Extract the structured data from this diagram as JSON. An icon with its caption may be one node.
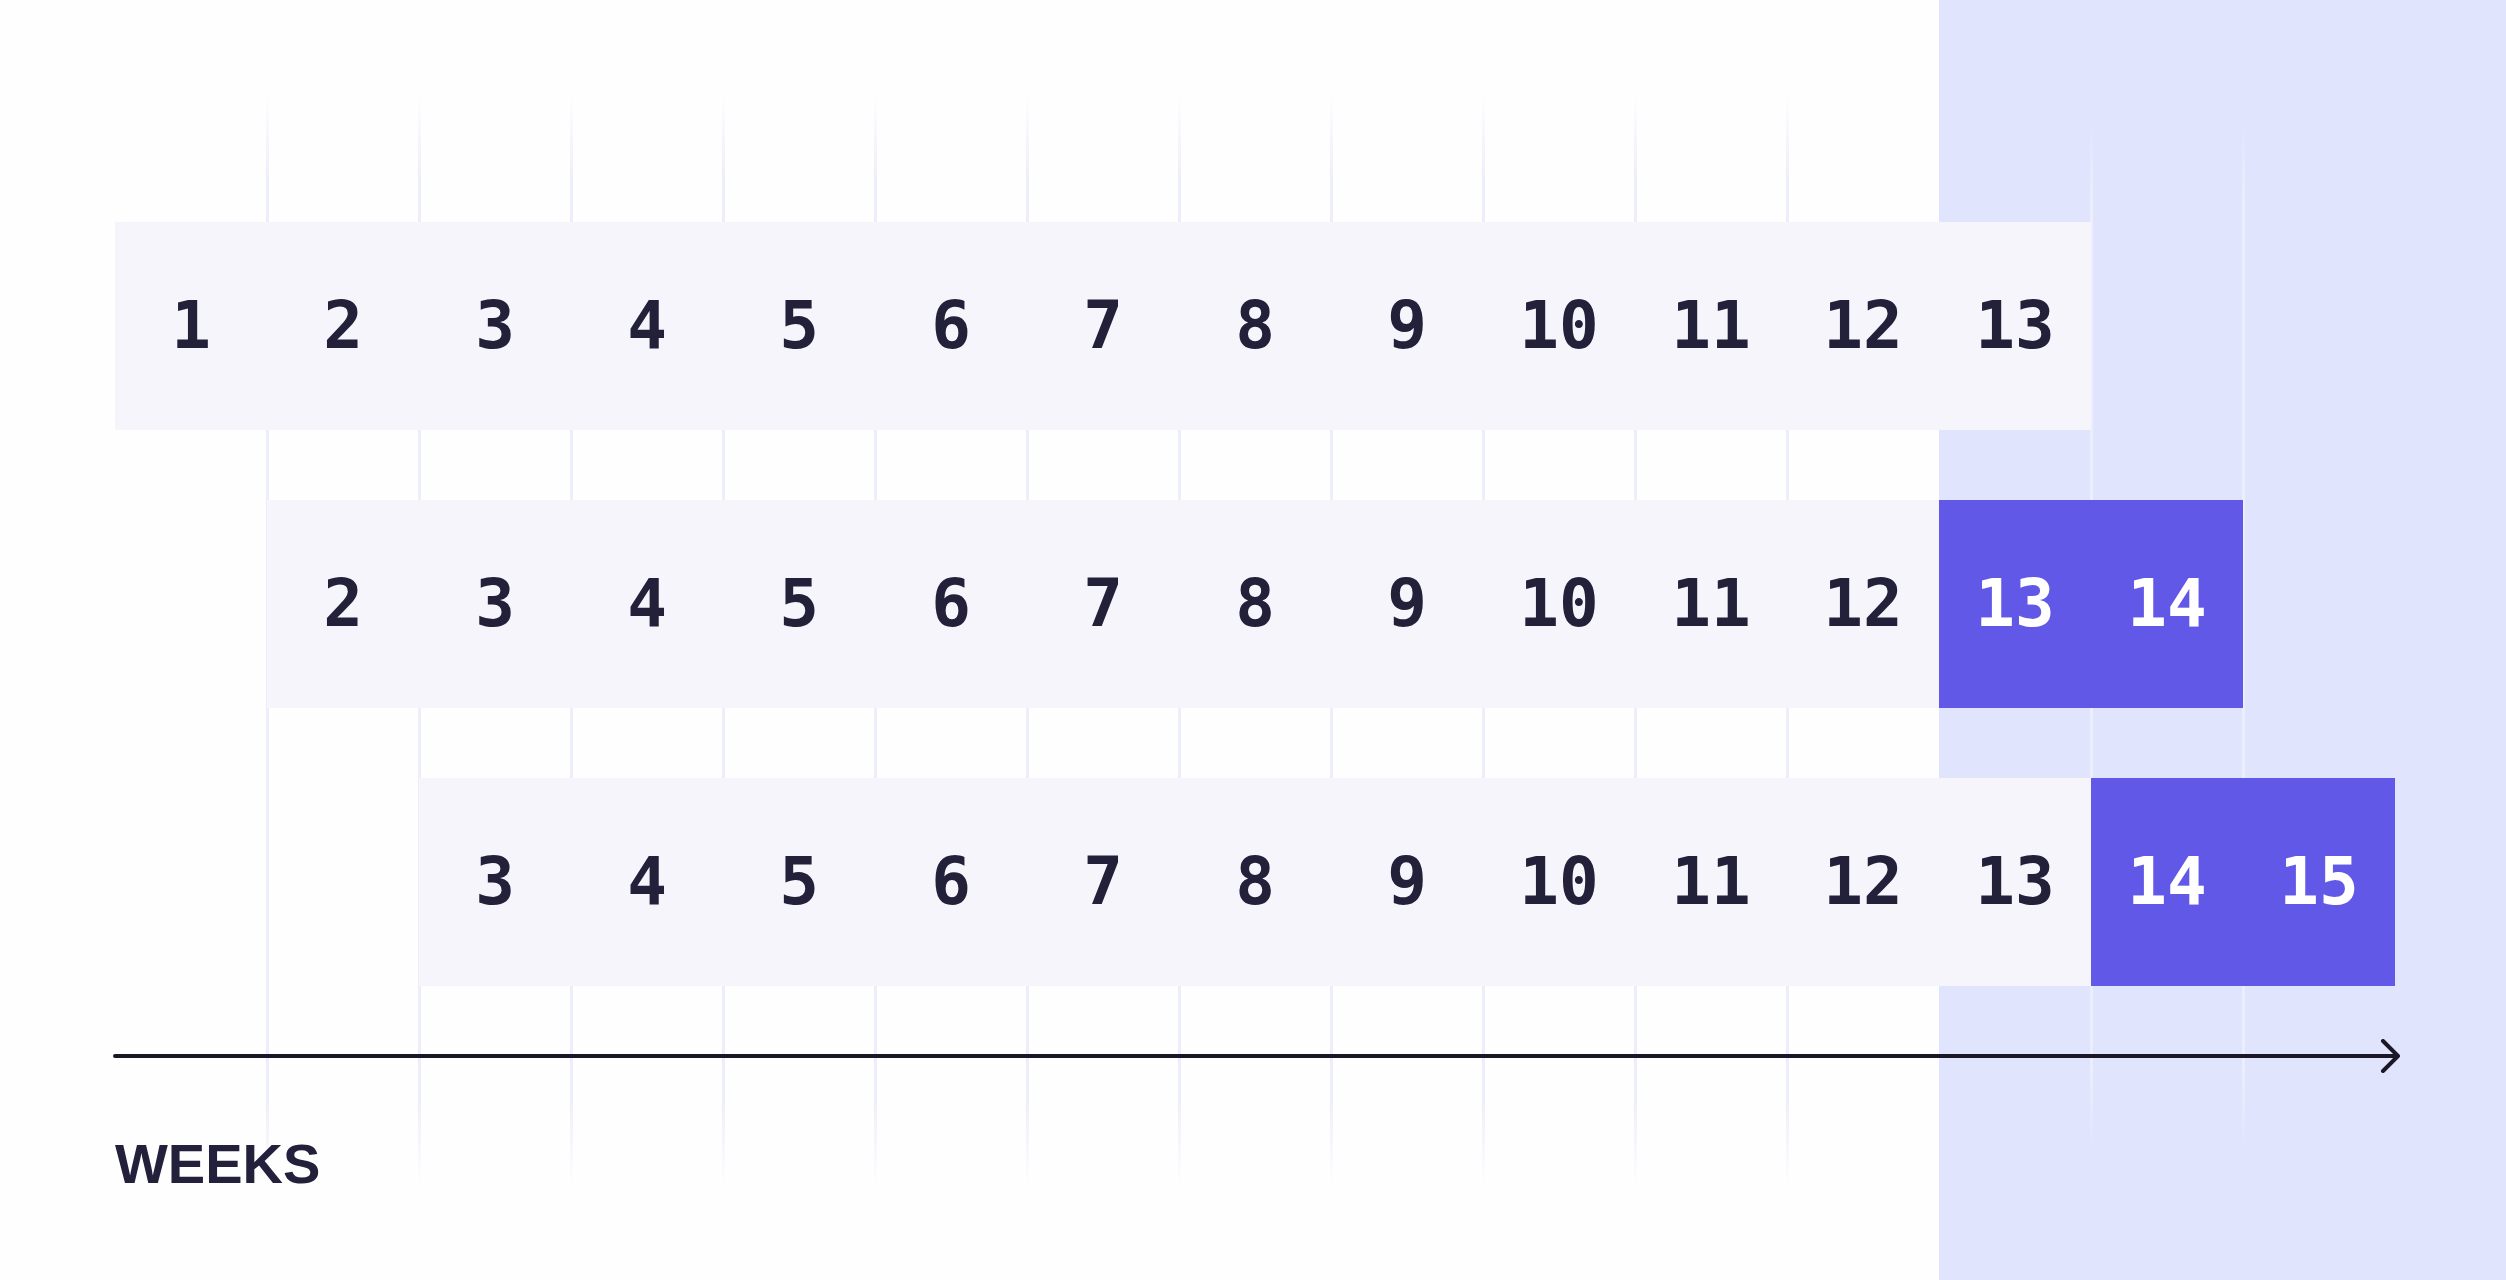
{
  "diagram": {
    "nodes": [
      {
        "text": [
          "1",
          "2",
          "3",
          "4",
          "5",
          "6",
          "7",
          "8",
          "9",
          "10",
          "11",
          "12",
          "13"
        ]
      },
      {
        "text": [
          "2",
          "3",
          "4",
          "5",
          "6",
          "7",
          "8",
          "9",
          "10",
          "11",
          "12"
        ]
      },
      {
        "text": [
          "13",
          "14"
        ],
        "in": 1
      },
      {
        "text": [
          "3",
          "4",
          "5",
          "6",
          "7",
          "8",
          "9",
          "10",
          "11",
          "12",
          "13"
        ]
      },
      {
        "text": [
          "14",
          "15"
        ],
        "in": 3
      }
    ],
    "labels": [
      "WEEKS"
    ]
  }
}
